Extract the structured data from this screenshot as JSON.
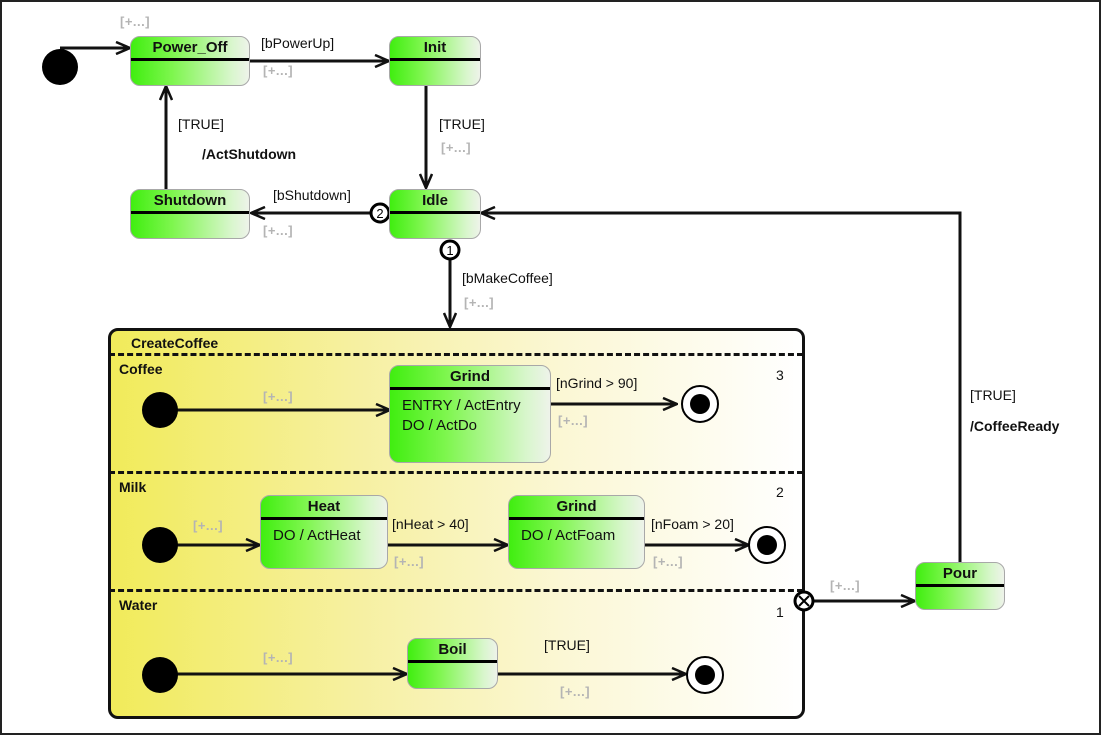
{
  "diagram": {
    "type": "UML state machine",
    "placeholder_label": "[+...]",
    "states": {
      "power_off": {
        "name": "Power_Off"
      },
      "init": {
        "name": "Init"
      },
      "idle": {
        "name": "Idle"
      },
      "shutdown": {
        "name": "Shutdown"
      },
      "pour": {
        "name": "Pour"
      }
    },
    "composite": {
      "name": "CreateCoffee",
      "regions": [
        {
          "name": "Coffee",
          "priority": "3",
          "states": [
            {
              "name": "Grind",
              "actions": [
                "ENTRY / ActEntry",
                "DO / ActDo"
              ]
            }
          ],
          "transitions": [
            {
              "from": "initial",
              "to": "Grind",
              "guard": ""
            },
            {
              "from": "Grind",
              "to": "final",
              "guard": "[nGrind > 90]"
            }
          ]
        },
        {
          "name": "Milk",
          "priority": "2",
          "states": [
            {
              "name": "Heat",
              "actions": [
                "DO / ActHeat"
              ]
            },
            {
              "name": "Grind",
              "actions": [
                "DO / ActFoam"
              ]
            }
          ],
          "transitions": [
            {
              "from": "initial",
              "to": "Heat",
              "guard": ""
            },
            {
              "from": "Heat",
              "to": "Grind",
              "guard": "[nHeat > 40]"
            },
            {
              "from": "Grind",
              "to": "final",
              "guard": "[nFoam > 20]"
            }
          ]
        },
        {
          "name": "Water",
          "priority": "1",
          "states": [
            {
              "name": "Boil",
              "actions": []
            }
          ],
          "transitions": [
            {
              "from": "initial",
              "to": "Boil",
              "guard": ""
            },
            {
              "from": "Boil",
              "to": "final",
              "guard": "[TRUE]"
            }
          ]
        }
      ]
    },
    "transitions": [
      {
        "from": "initial",
        "to": "Power_Off",
        "guard": ""
      },
      {
        "from": "Power_Off",
        "to": "Init",
        "guard": "[bPowerUp]"
      },
      {
        "from": "Init",
        "to": "Idle",
        "guard": "[TRUE]"
      },
      {
        "from": "Idle",
        "to": "Shutdown",
        "guard": "[bShutdown]",
        "priority": "2"
      },
      {
        "from": "Shutdown",
        "to": "Power_Off",
        "guard": "[TRUE]",
        "action": "/ActShutdown"
      },
      {
        "from": "Idle",
        "to": "CreateCoffee",
        "guard": "[bMakeCoffee]",
        "priority": "1"
      },
      {
        "from": "CreateCoffee",
        "to": "Pour",
        "guard": "",
        "exit_marker": "X"
      },
      {
        "from": "Pour",
        "to": "Idle",
        "guard": "[TRUE]",
        "action": "/CoffeeReady"
      }
    ]
  }
}
